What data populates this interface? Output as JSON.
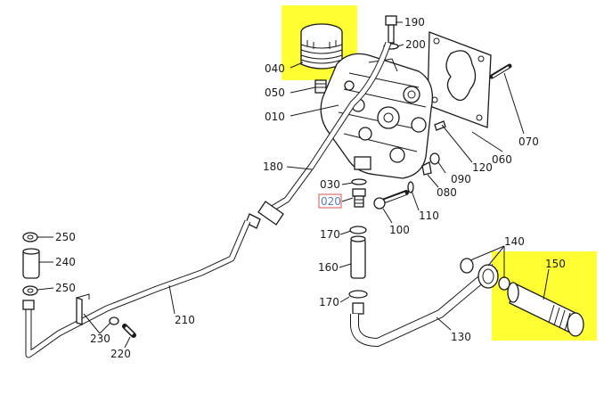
{
  "colors": {
    "highlight": "#ffff33",
    "selected_label_box": "#d9534f",
    "selected_label_text": "#5b7db8",
    "ink": "#1a1a1a"
  },
  "diagram": {
    "callouts": {
      "p190": "190",
      "p200": "200",
      "p040": "040",
      "p050": "050",
      "p010": "010",
      "p180": "180",
      "p030": "030",
      "p020": "020",
      "p170a": "170",
      "p160": "160",
      "p170b": "170",
      "p100": "100",
      "p110": "110",
      "p080": "080",
      "p090": "090",
      "p120": "120",
      "p060": "060",
      "p070": "070",
      "p140": "140",
      "p150": "150",
      "p130": "130",
      "p210": "210",
      "p230": "230",
      "p220": "220",
      "p250a": "250",
      "p240": "240",
      "p250b": "250"
    },
    "highlighted_parts": [
      "oil-filter-040",
      "strainer-150"
    ],
    "selected_callout": "020"
  }
}
